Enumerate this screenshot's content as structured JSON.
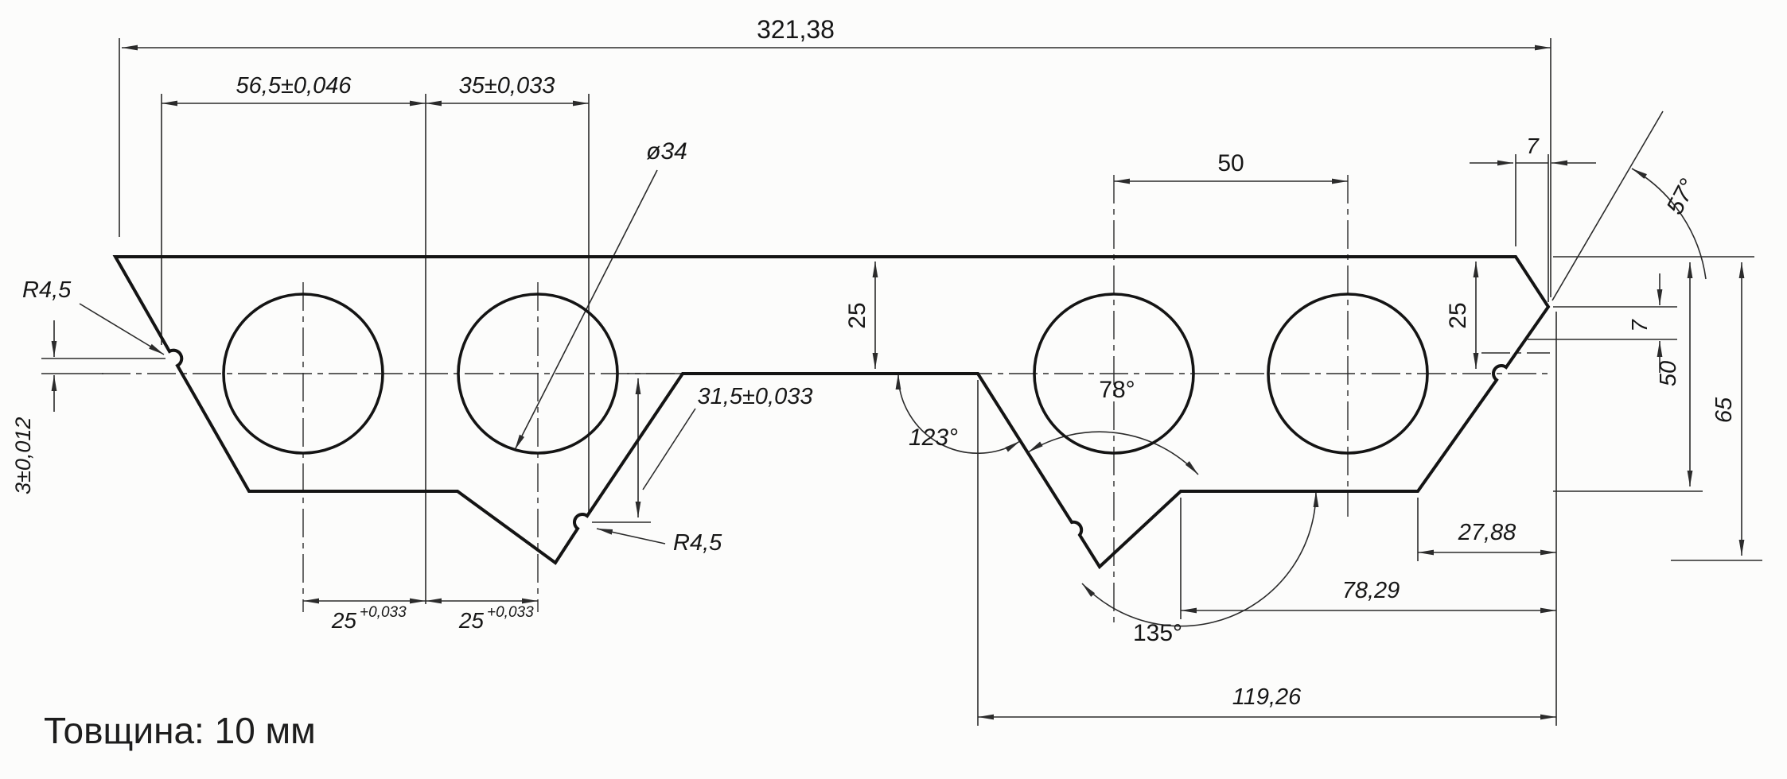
{
  "drawing": {
    "caption": "Товщина: 10 мм",
    "dims": {
      "overall": "321,38",
      "d56": "56,5±0,046",
      "d35": "35±0,033",
      "dia": "ø34",
      "d50top": "50",
      "d7top": "7",
      "a57": "57°",
      "r45left": "R4,5",
      "d3": "3±0,012",
      "d25mid": "25",
      "d25right": "25",
      "d315": "31,5±0,033",
      "r45bottom": "R4,5",
      "d25t1": "25",
      "d25t1sup": "+0,033",
      "d25t2": "25",
      "d25t2sup": "+0,033",
      "a78": "78°",
      "a123": "123°",
      "a135": "135°",
      "d2788": "27,88",
      "d7829": "78,29",
      "d11926": "119,26",
      "d7right": "7",
      "d50right": "50",
      "d65": "65"
    },
    "colors": {
      "line": "#161616",
      "background": "#fbfbfa"
    }
  }
}
